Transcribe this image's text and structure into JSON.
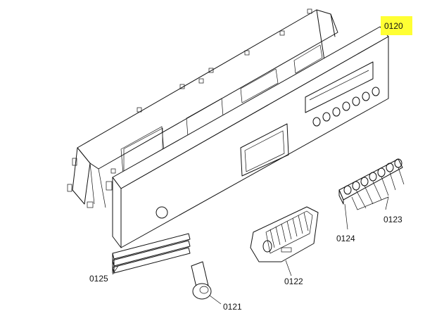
{
  "labels": {
    "p0120": "0120",
    "p0121": "0121",
    "p0122": "0122",
    "p0123": "0123",
    "p0124": "0124",
    "p0125": "0125"
  },
  "highlight_color": "#ffff33"
}
